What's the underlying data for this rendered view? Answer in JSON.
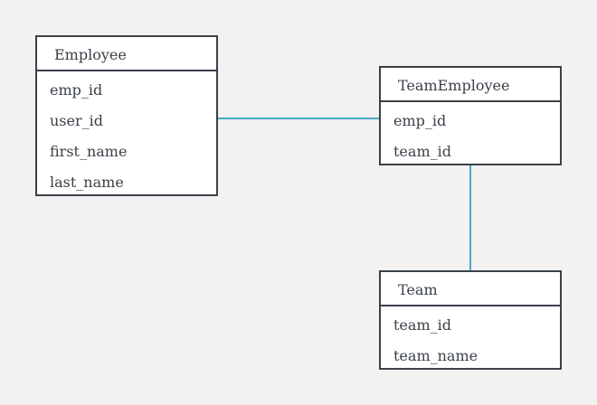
{
  "colors": {
    "background": "#f2f2f2",
    "entity_border": "#3a4149",
    "entity_fill": "#ffffff",
    "connector": "#4aa8c8"
  },
  "entities": {
    "employee": {
      "title": "Employee",
      "fields": [
        "emp_id",
        "user_id",
        "first_name",
        "last_name"
      ]
    },
    "teamemployee": {
      "title": "TeamEmployee",
      "fields": [
        "emp_id",
        "team_id"
      ]
    },
    "team": {
      "title": "Team",
      "fields": [
        "team_id",
        "team_name"
      ]
    }
  },
  "relationships": [
    {
      "from": "employee",
      "to": "teamemployee"
    },
    {
      "from": "teamemployee",
      "to": "team"
    }
  ]
}
